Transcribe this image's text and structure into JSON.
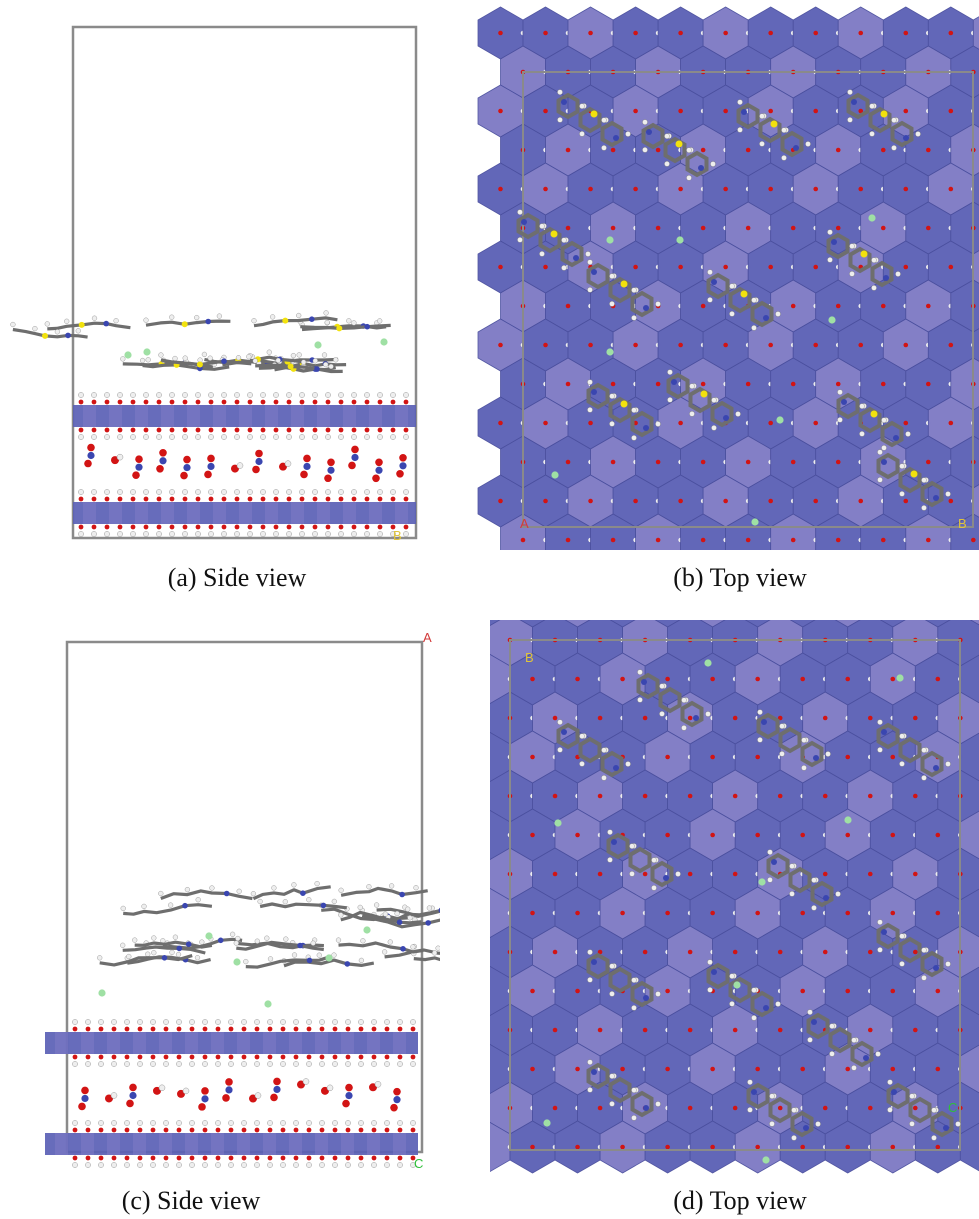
{
  "figure": {
    "panels": [
      {
        "id": "a",
        "caption": "(a) Side view",
        "view": "side",
        "cell_labels": [
          "B"
        ],
        "dye": "thiazine (yellow S)"
      },
      {
        "id": "b",
        "caption": "(b) Top view",
        "view": "top",
        "cell_labels": [
          "A",
          "B"
        ],
        "dye": "thiazine (yellow S)"
      },
      {
        "id": "c",
        "caption": "(c) Side view",
        "view": "side",
        "cell_labels": [
          "A",
          "C"
        ],
        "dye": "carbon-only"
      },
      {
        "id": "d",
        "caption": "(d) Top view",
        "view": "top",
        "cell_labels": [
          "B",
          "C"
        ],
        "dye": "carbon-only"
      }
    ],
    "colors": {
      "layer": "#5a5fb5",
      "layer_light": "#7d79c4",
      "oxygen": "#d21414",
      "hydrogen": "#eeeeee",
      "carbon": "#6e6e6e",
      "nitrogen": "#3a46b0",
      "sulfur": "#f2e20e",
      "chlorine": "#9fe0a4",
      "cell": "#8a8a8a"
    }
  }
}
